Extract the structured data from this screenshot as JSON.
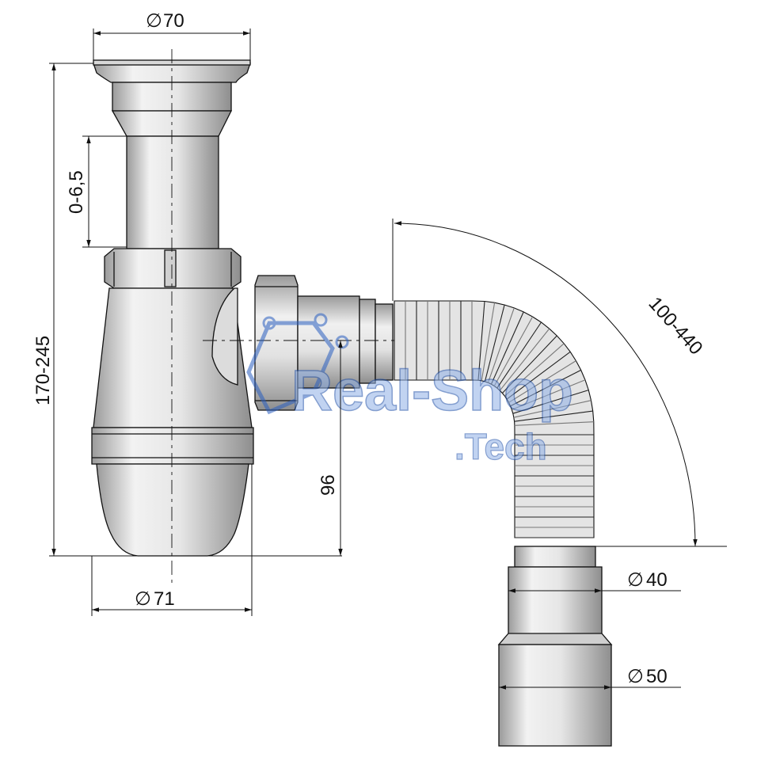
{
  "dimensions": {
    "top_diameter": "70",
    "bottom_diameter": "71",
    "total_height": "170-245",
    "adjust_range": "0-6,5",
    "outlet_height": "96",
    "hose_length": "100-440",
    "outlet_small": "40",
    "outlet_large": "50",
    "diameter_symbol": "∅"
  },
  "watermark": {
    "line1": "Real-Shop",
    "line2": ".Tech",
    "color": "#1f4fa8"
  },
  "colors": {
    "line": "#111111",
    "fill": "#eaeaea",
    "fill_dark": "#c9c9c9"
  }
}
